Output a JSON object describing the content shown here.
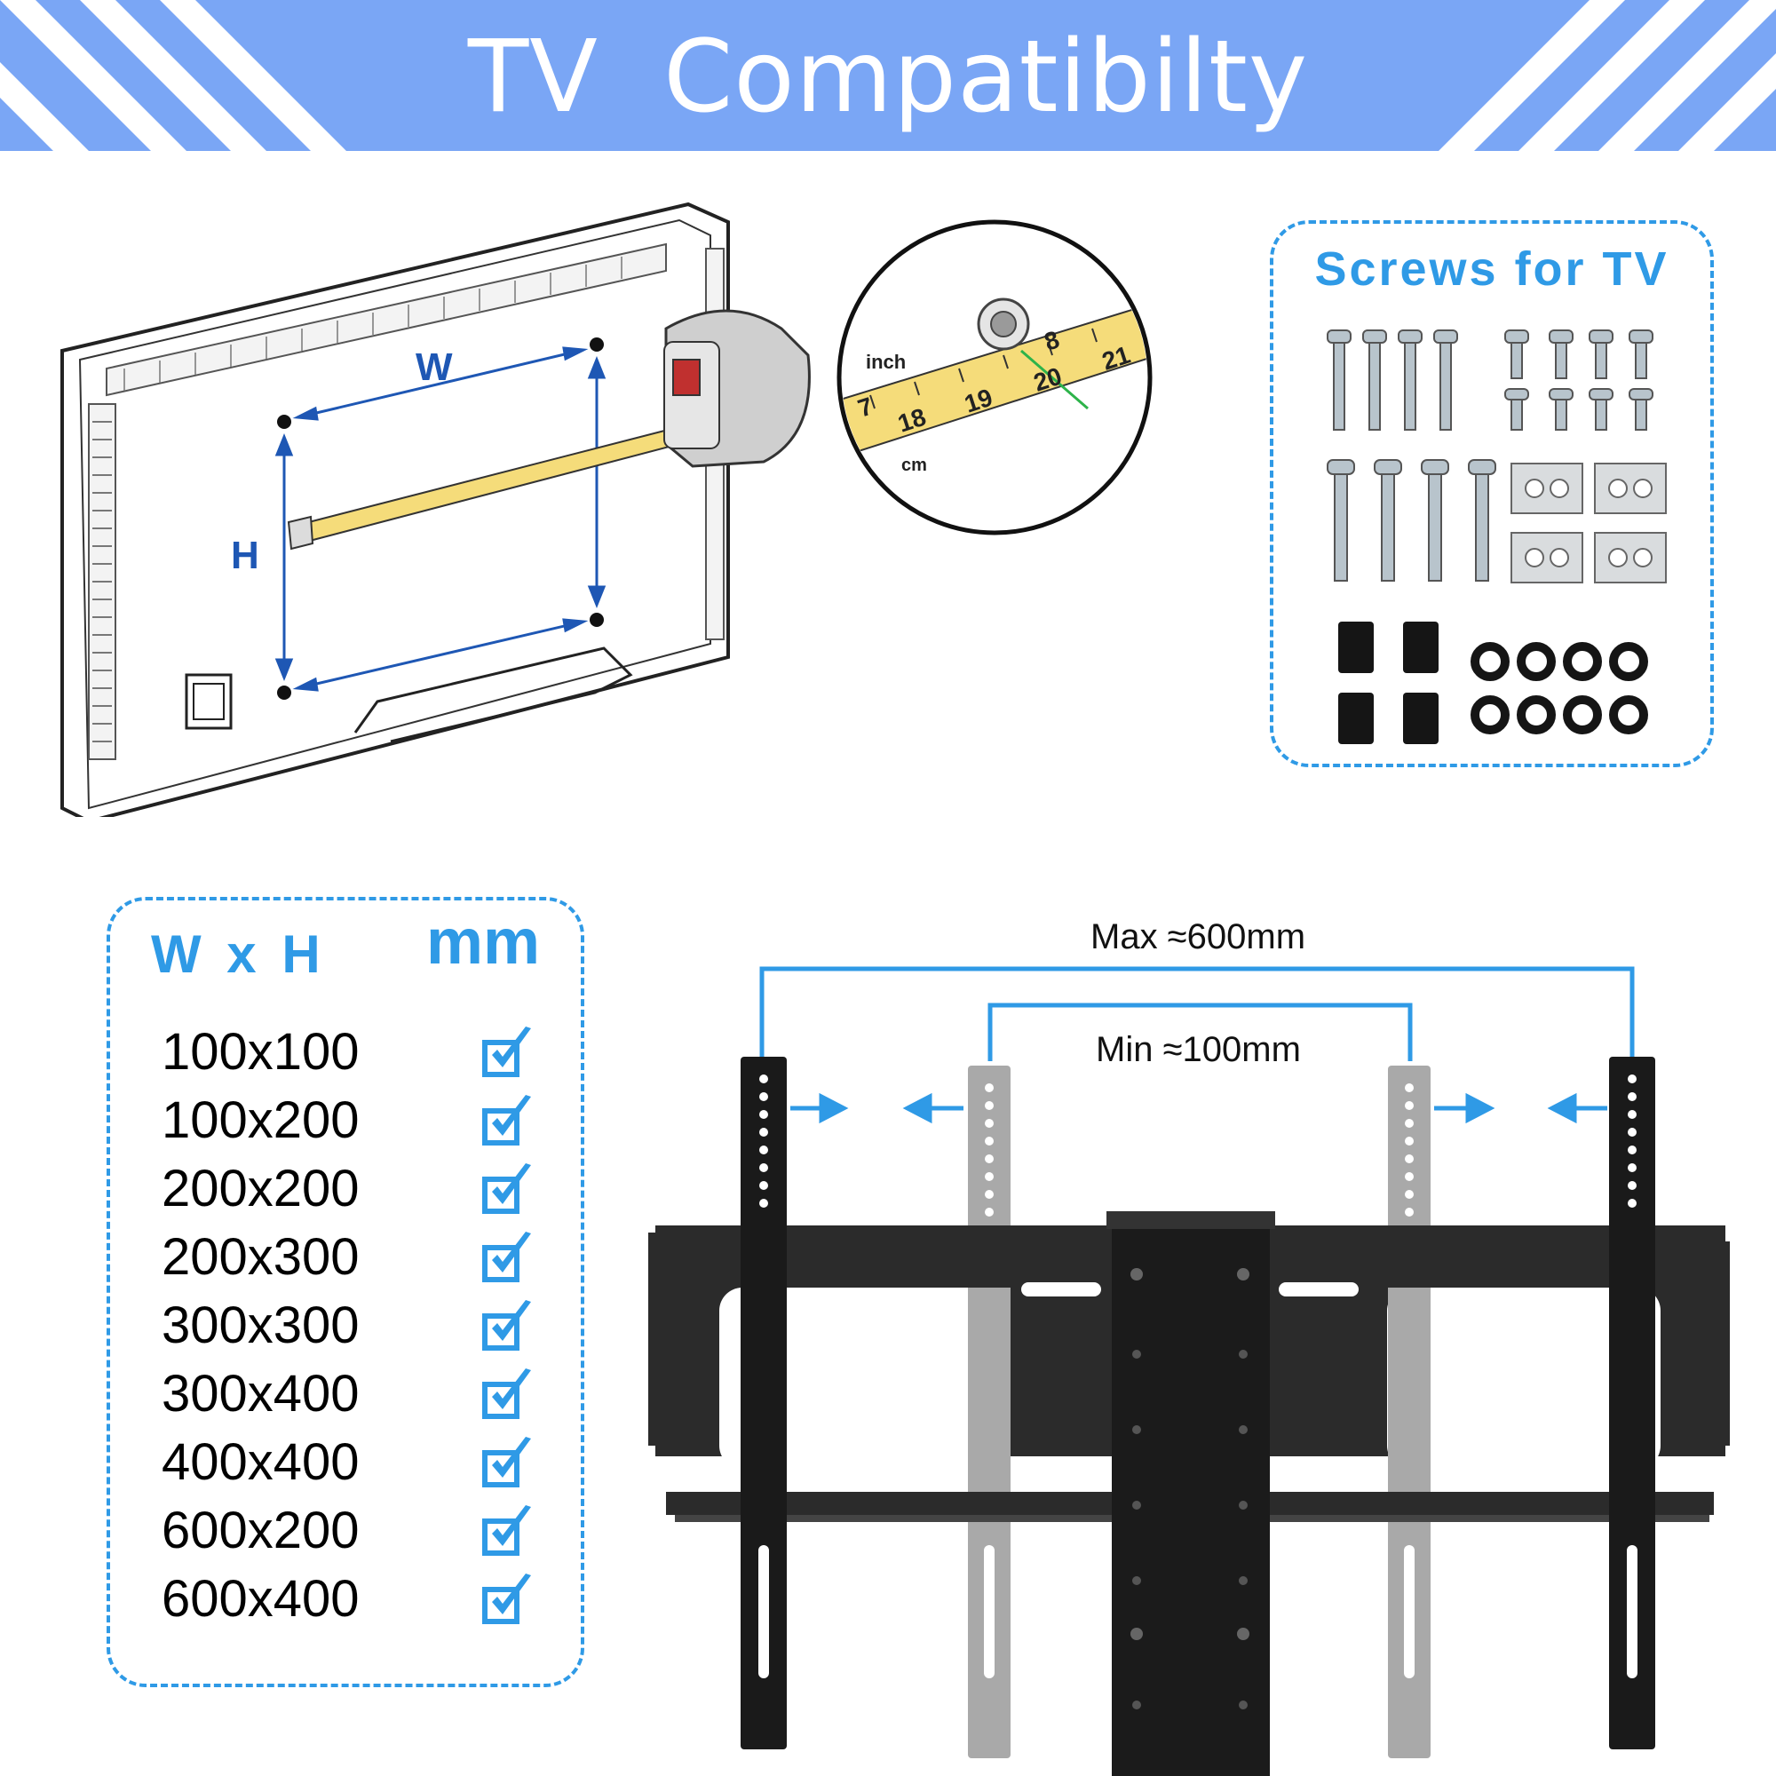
{
  "header": {
    "title": "TV  Compatibilty",
    "bg_color": "#7aa6f5",
    "stripe_color": "#ffffff"
  },
  "diagram": {
    "width_label": "W",
    "height_label": "H",
    "zoom_inch_label": "inch",
    "zoom_cm_label": "cm",
    "zoom_tape_numbers": [
      "7",
      "18",
      "19",
      "20",
      "21",
      "8"
    ]
  },
  "screws": {
    "title": "Screws for TV"
  },
  "compatibility": {
    "header_size": "W x H",
    "header_unit": "mm",
    "sizes": [
      "100x100",
      "100x200",
      "200x200",
      "200x300",
      "300x300",
      "300x400",
      "400x400",
      "600x200",
      "600x400"
    ],
    "check_color": "#2f9ae6"
  },
  "bracket": {
    "max_label": "Max ≈600mm",
    "min_label": "Min ≈100mm",
    "accent_color": "#2f9ae6"
  }
}
